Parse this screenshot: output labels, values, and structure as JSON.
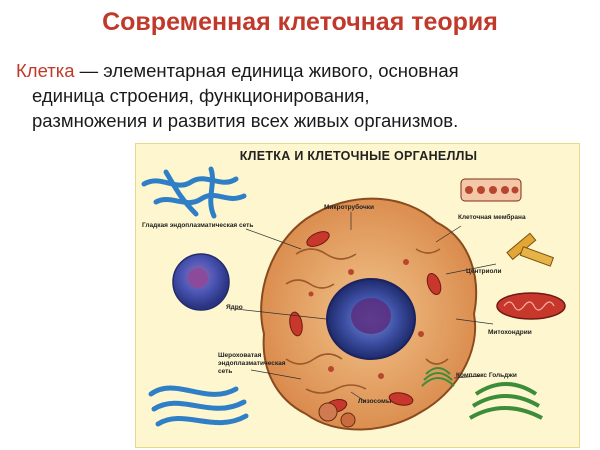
{
  "slide": {
    "title": "Современная клеточная теория",
    "definition": {
      "term": "Клетка",
      "line1_rest": " — элементарная единица живого, основная",
      "line2": "единица строения, функционирования,",
      "line3": "размножения и развития всех живых организмов."
    }
  },
  "figure": {
    "title": "КЛЕТКА И КЛЕТОЧНЫЕ ОРГАНЕЛЛЫ",
    "labels": {
      "microtubules": "Микротрубочки",
      "smooth_er_line1": "Гладкая эндоплазматическая сеть",
      "membrane": "Клеточная мембрана",
      "centrioles": "Центриоли",
      "nucleus": "Ядро",
      "mitochondria": "Митохондрии",
      "rough_er_line1": "Шероховатая",
      "rough_er_line2": "эндоплазматическая",
      "rough_er_line3": "сеть",
      "golgi": "Комплекс Гольджи",
      "lysosomes": "Лизосомы"
    }
  },
  "colors": {
    "title_red": "#c0392b",
    "poster_bg": "#fdf6cf",
    "cytoplasm": "#e9a866",
    "nucleus": "#3d4fa3",
    "er_blue": "#2f7fc7",
    "mitochondria": "#c7372b",
    "golgi_green": "#3d8c3a"
  }
}
